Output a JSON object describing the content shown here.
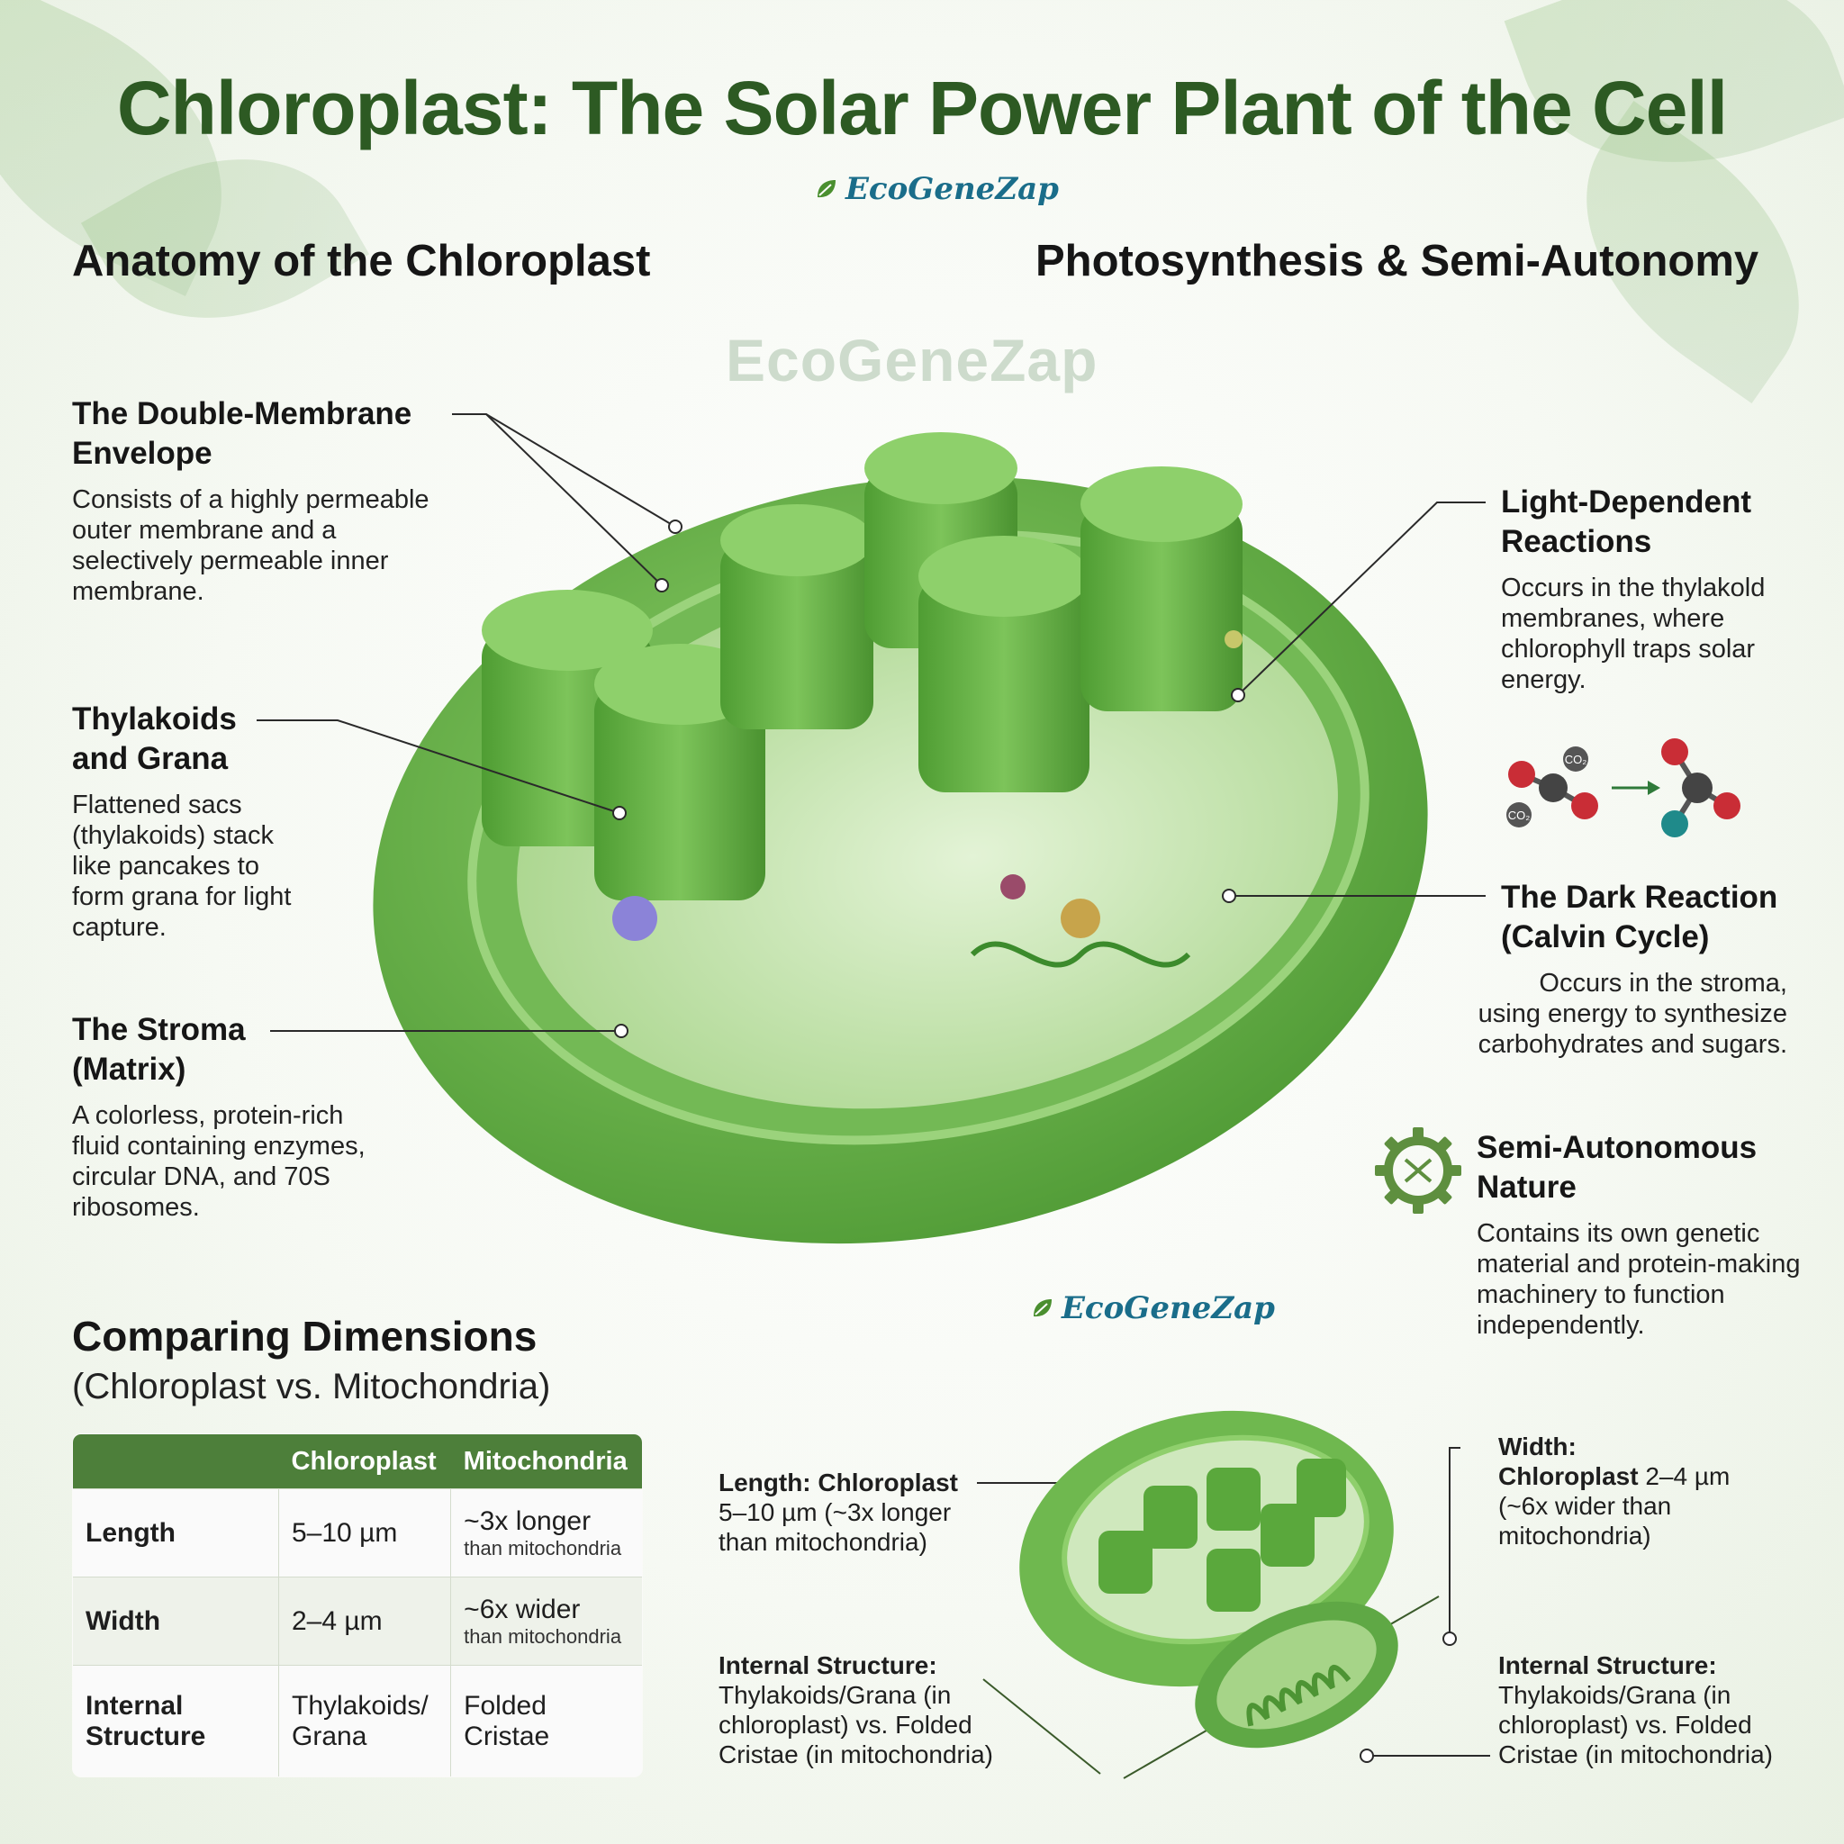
{
  "title": "Chloroplast: The Solar Power Plant of the Cell",
  "brand": {
    "name": "EcoGeneZap",
    "watermark": "EcoGeneZap"
  },
  "sections": {
    "left": "Anatomy of the Chloroplast",
    "right": "Photosynthesis & Semi-Autonomy"
  },
  "anatomy": [
    {
      "title_l1": "The Double-Membrane",
      "title_l2": "Envelope",
      "text": [
        "Consists of a highly permeable",
        "outer membrane and a",
        "selectively permeable inner",
        "membrane."
      ]
    },
    {
      "title_l1": "Thylakoids",
      "title_l2": "and Grana",
      "text": [
        "Flattened sacs",
        "(thylakoids) stack",
        "like pancakes to",
        "form grana for light",
        "capture."
      ]
    },
    {
      "title_l1": "The Stroma",
      "title_l2": "(Matrix)",
      "text": [
        "A colorless, protein-rich",
        "fluid containing enzymes,",
        "circular DNA, and 70S",
        "ribosomes."
      ]
    }
  ],
  "photosynthesis": [
    {
      "title_l1": "Light-Dependent",
      "title_l2": "Reactions",
      "text": [
        "Occurs in the thylakold",
        "membranes, where",
        "chlorophyll traps solar",
        "energy."
      ]
    },
    {
      "title_l1": "The Dark Reaction",
      "title_l2": "(Calvin Cycle)",
      "text": [
        "Occurs in the stroma,",
        "using energy to synthesize",
        "carbohydrates and sugars."
      ]
    },
    {
      "title_l1": "Semi-Autonomous",
      "title_l2": "Nature",
      "text": [
        "Contains its own genetic",
        "material and protein-making",
        "machinery to function",
        "independently."
      ]
    }
  ],
  "molecule_labels": {
    "co2_a": "CO₂",
    "co2_b": "CO₂"
  },
  "comparison": {
    "title": "Comparing Dimensions",
    "subtitle": "(Chloroplast vs. Mitochondria)",
    "headers": [
      "",
      "Chloroplast",
      "Mitochondria"
    ],
    "rows": [
      {
        "label": "Length",
        "chloroplast": "5–10 µm",
        "mito_main": "~3x longer",
        "mito_sub": "than mitochondria"
      },
      {
        "label": "Width",
        "chloroplast": "2–4 µm",
        "mito_main": "~6x wider",
        "mito_sub": "than mitochondria"
      },
      {
        "label_l1": "Internal",
        "label_l2": "Structure",
        "chloroplast_l1": "Thylakoids/",
        "chloroplast_l2": "Grana",
        "mito_l1": "Folded",
        "mito_l2": "Cristae"
      }
    ]
  },
  "mini_labels": {
    "length_bold": "Length: Chloroplast",
    "length_text": [
      "5–10 µm (~3x longer",
      "than mitochondria)"
    ],
    "width_bold1": "Width:",
    "width_bold2": "Chloroplast",
    "width_val": "2–4 µm",
    "width_text": [
      "(~6x wider than",
      "mitochondria)"
    ],
    "internal_bold": "Internal Structure:",
    "internal_text": [
      "Thylakoids/Grana (in",
      "chloroplast) vs. Folded",
      "Cristae (in mitochondria)"
    ]
  },
  "colors": {
    "title": "#2d5a23",
    "brand": "#1a6d8a",
    "table_header": "#4d7f3a",
    "organelle": "#6fb84f"
  }
}
